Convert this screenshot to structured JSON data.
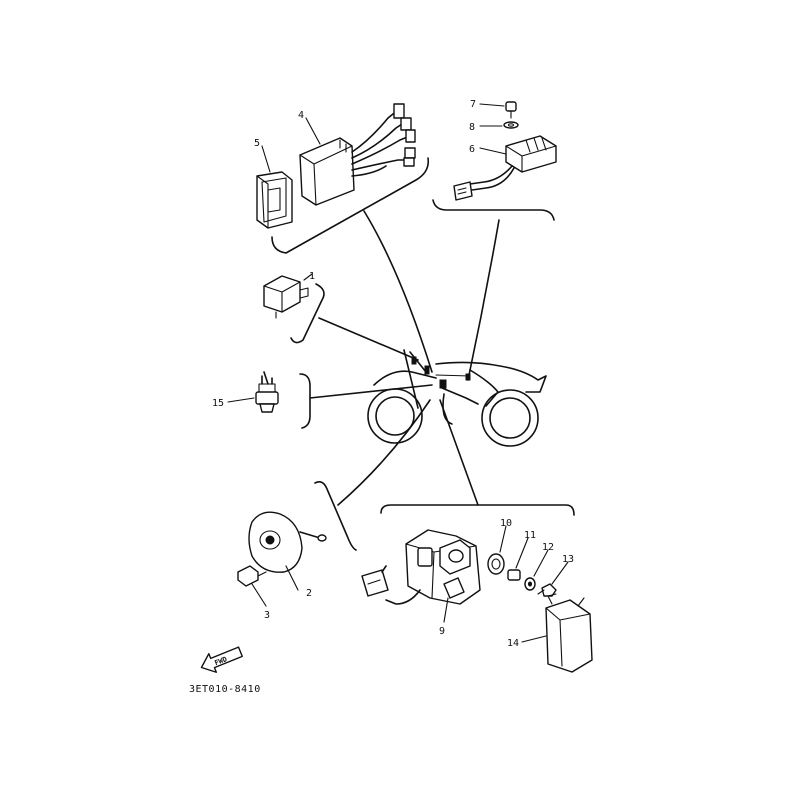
{
  "diagram": {
    "callouts": [
      {
        "id": "1",
        "label": "1"
      },
      {
        "id": "2",
        "label": "2"
      },
      {
        "id": "3",
        "label": "3"
      },
      {
        "id": "4",
        "label": "4"
      },
      {
        "id": "5",
        "label": "5"
      },
      {
        "id": "6",
        "label": "6"
      },
      {
        "id": "7",
        "label": "7"
      },
      {
        "id": "8",
        "label": "8"
      },
      {
        "id": "9",
        "label": "9"
      },
      {
        "id": "10",
        "label": "10"
      },
      {
        "id": "11",
        "label": "11"
      },
      {
        "id": "12",
        "label": "12"
      },
      {
        "id": "13",
        "label": "13"
      },
      {
        "id": "14",
        "label": "14"
      },
      {
        "id": "15",
        "label": "15"
      }
    ],
    "fwd_label": "FWD",
    "drawing_code": "3ET010-8410"
  }
}
